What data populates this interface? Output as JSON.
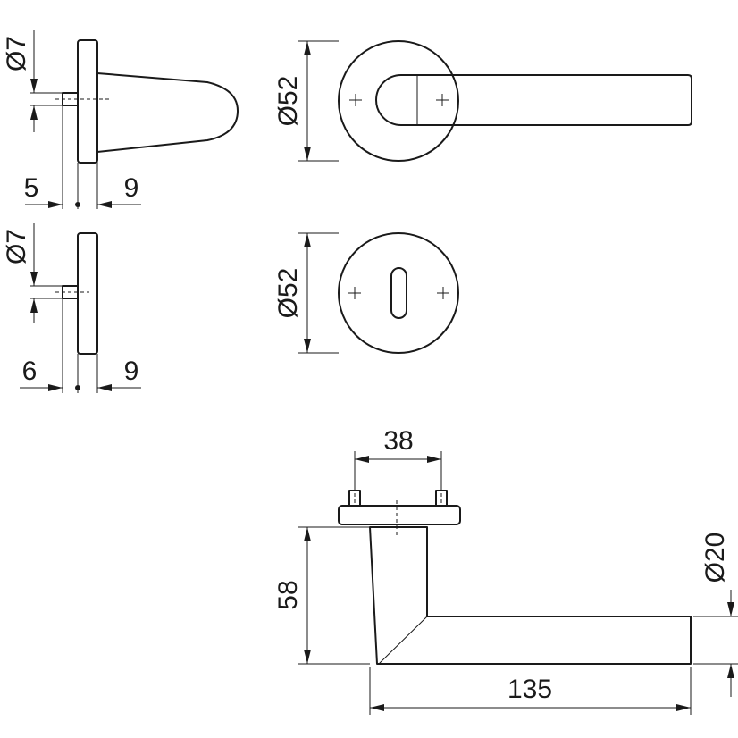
{
  "dimensions": {
    "side_top_diameter": "Ø7",
    "side_top_left": "5",
    "side_top_right": "9",
    "side_bottom_diameter": "Ø7",
    "side_bottom_left": "6",
    "side_bottom_right": "9",
    "rose_top_diameter": "Ø52",
    "rose_bottom_diameter": "Ø52",
    "screw_spacing": "38",
    "handle_height": "58",
    "handle_length": "135",
    "handle_diameter": "Ø20"
  },
  "colors": {
    "line": "#1a1a1a",
    "background": "#ffffff"
  }
}
